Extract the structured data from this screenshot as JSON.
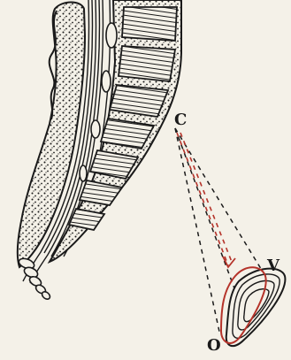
{
  "labels": {
    "c": "C",
    "v": "V",
    "o": "O"
  },
  "colors": {
    "ink": "#1a1a1a",
    "accent": "#b5332a",
    "paper": "#f4f1e8"
  }
}
